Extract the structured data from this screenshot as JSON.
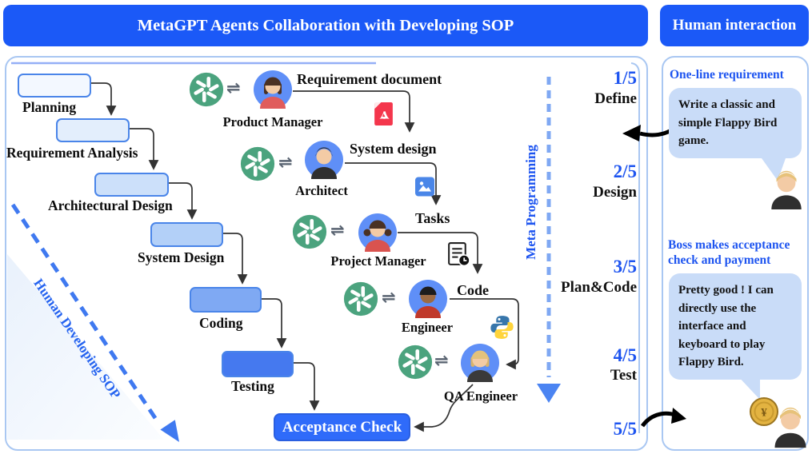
{
  "header": {
    "main_title": "MetaGPT Agents Collaboration with Developing SOP",
    "right_title": "Human interaction"
  },
  "flow": {
    "diagonal_label": "Human Developing SOP",
    "steps": [
      "Planning",
      "Requirement Analysis",
      "Architectural Design",
      "System Design",
      "Coding",
      "Testing",
      "Acceptance Check"
    ]
  },
  "agents": [
    {
      "role": "Product Manager",
      "output": "Requirement document",
      "artifact_icon": "pdf-file-icon"
    },
    {
      "role": "Architect",
      "output": "System design",
      "artifact_icon": "design-doc-icon"
    },
    {
      "role": "Project Manager",
      "output": "Tasks",
      "artifact_icon": "task-list-icon"
    },
    {
      "role": "Engineer",
      "output": "Code",
      "artifact_icon": "python-icon"
    },
    {
      "role": "QA Engineer",
      "output": "",
      "artifact_icon": ""
    }
  ],
  "symbols": {
    "exchange": "⇌",
    "coin": "¥"
  },
  "meta": {
    "label": "Meta Programming"
  },
  "stages": [
    {
      "fraction": "1/5",
      "name": "Define"
    },
    {
      "fraction": "2/5",
      "name": "Design"
    },
    {
      "fraction": "3/5",
      "name": "Plan&Code"
    },
    {
      "fraction": "4/5",
      "name": "Test"
    },
    {
      "fraction": "5/5",
      "name": ""
    }
  ],
  "human": {
    "section1": {
      "heading": "One-line requirement",
      "bubble": "Write a classic and simple Flappy Bird game."
    },
    "section2": {
      "heading": "Boss makes acceptance check and payment",
      "bubble": "Pretty good ! I can directly use the interface and keyboard to play Flappy Bird."
    }
  },
  "colors": {
    "accent_blue": "#1b59f7",
    "panel_border": "#a9c7f2",
    "box_border": "#4a85e9",
    "box_fills": [
      "#f3f8ff",
      "#e3eefc",
      "#cce0fa",
      "#b3d0f8",
      "#7fa9f3",
      "#4579ef",
      "#2f6bfa"
    ],
    "bubble_blue": "#c9dcf8",
    "gpt_green": "#4ba37e",
    "avatar_blue": "#5f8ff7",
    "stage_text_blue": "#1d54f0"
  }
}
